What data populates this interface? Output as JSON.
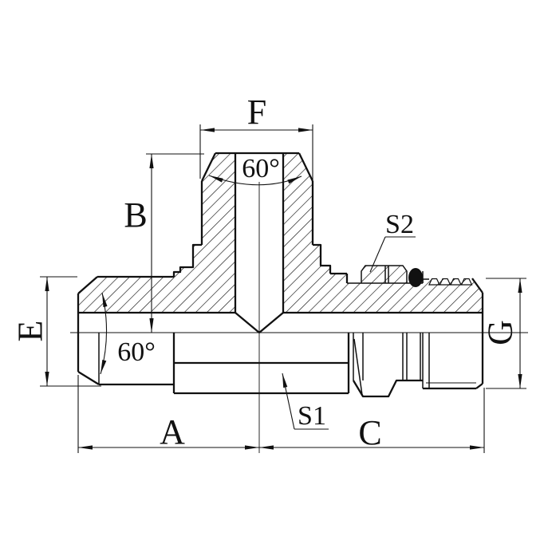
{
  "drawing": {
    "background": "#ffffff",
    "line_color": "#111111",
    "labels": {
      "F": "F",
      "B": "B",
      "E": "E",
      "A": "A",
      "C": "C",
      "G": "G",
      "S1": "S1",
      "S2": "S2",
      "angle_top": "60°",
      "angle_bottom": "60°"
    }
  }
}
